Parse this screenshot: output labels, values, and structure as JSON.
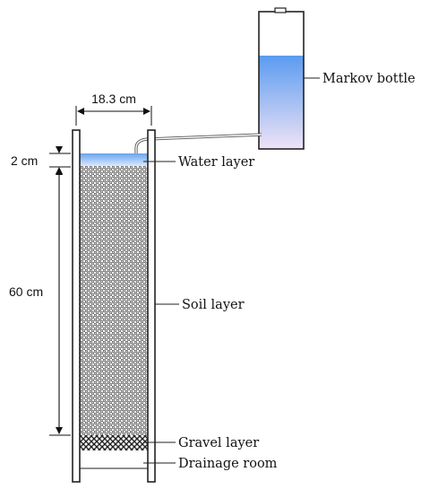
{
  "dimensions": {
    "width": "18.3 cm",
    "water_depth": "2 cm",
    "soil_depth": "60 cm"
  },
  "labels": {
    "markov_bottle": "Markov bottle",
    "water_layer": "Water layer",
    "soil_layer": "Soil layer",
    "gravel_layer": "Gravel layer",
    "drainage_room": "Drainage room"
  },
  "colors": {
    "water_top": "#5b9bf0",
    "water_bottom": "#e9dff5",
    "soil_fill": "#9a9a9a",
    "gravel_fill": "#3a3a3a",
    "wall": "#222222"
  }
}
